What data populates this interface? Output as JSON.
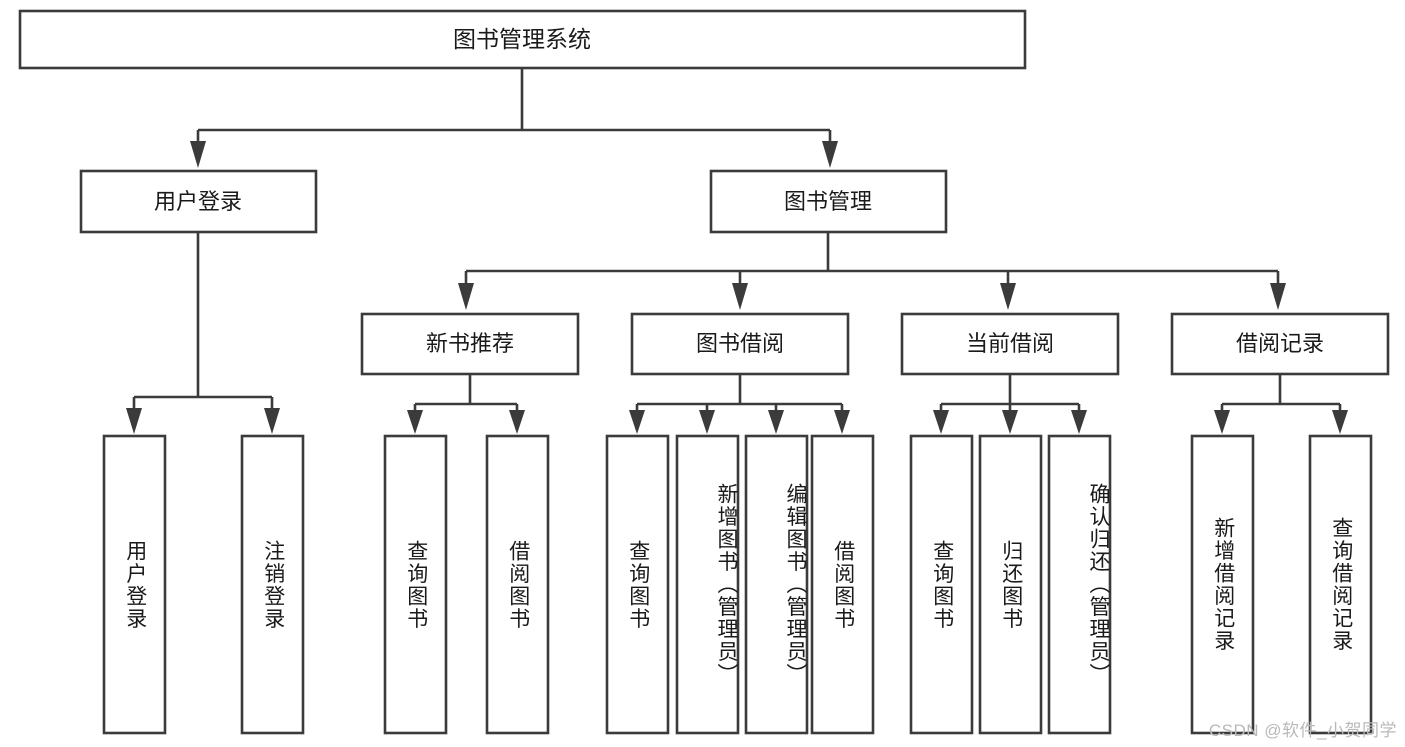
{
  "diagram": {
    "type": "tree",
    "title": "图书管理系统",
    "watermark": "CSDN @软件_小贺同学",
    "colors": {
      "stroke": "#3b3b3b",
      "fill": "#ffffff",
      "text": "#1a1a1a",
      "watermark": "#b9b9b9"
    },
    "root": {
      "label": "图书管理系统"
    },
    "level2": [
      {
        "label": "用户登录"
      },
      {
        "label": "图书管理"
      }
    ],
    "level3": [
      {
        "label": "新书推荐"
      },
      {
        "label": "图书借阅"
      },
      {
        "label": "当前借阅"
      },
      {
        "label": "借阅记录"
      }
    ],
    "leaves": {
      "user_login": [
        {
          "label": "用户登录"
        },
        {
          "label": "注销登录"
        }
      ],
      "new_book_recommend": [
        {
          "label": "查询图书"
        },
        {
          "label": "借阅图书"
        }
      ],
      "book_borrow": [
        {
          "label": "查询图书"
        },
        {
          "label": "新增图书（管理员）"
        },
        {
          "label": "编辑图书（管理员）"
        },
        {
          "label": "借阅图书"
        }
      ],
      "current_borrow": [
        {
          "label": "查询图书"
        },
        {
          "label": "归还图书"
        },
        {
          "label": "确认归还（管理员）"
        }
      ],
      "borrow_record": [
        {
          "label": "新增借阅记录"
        },
        {
          "label": "查询借阅记录"
        }
      ]
    }
  }
}
